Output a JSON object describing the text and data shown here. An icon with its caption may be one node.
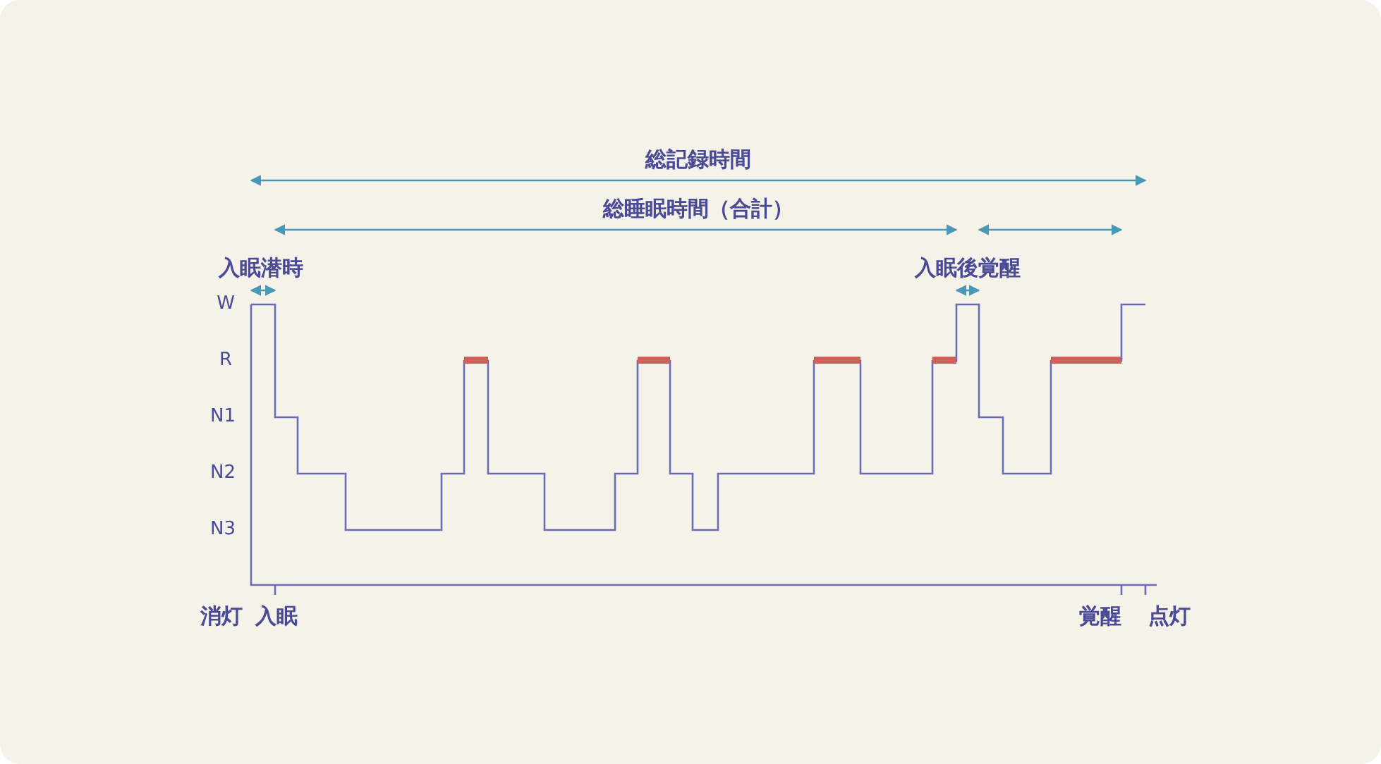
{
  "diagram": {
    "labels": [
      "総記録時間",
      "総睡眠時間（合計）",
      "入眠潜時",
      "入眠後覚醒",
      "W",
      "R",
      "N1",
      "N2",
      "N3",
      "消灯",
      "入眠",
      "覚醒",
      "点灯"
    ]
  }
}
